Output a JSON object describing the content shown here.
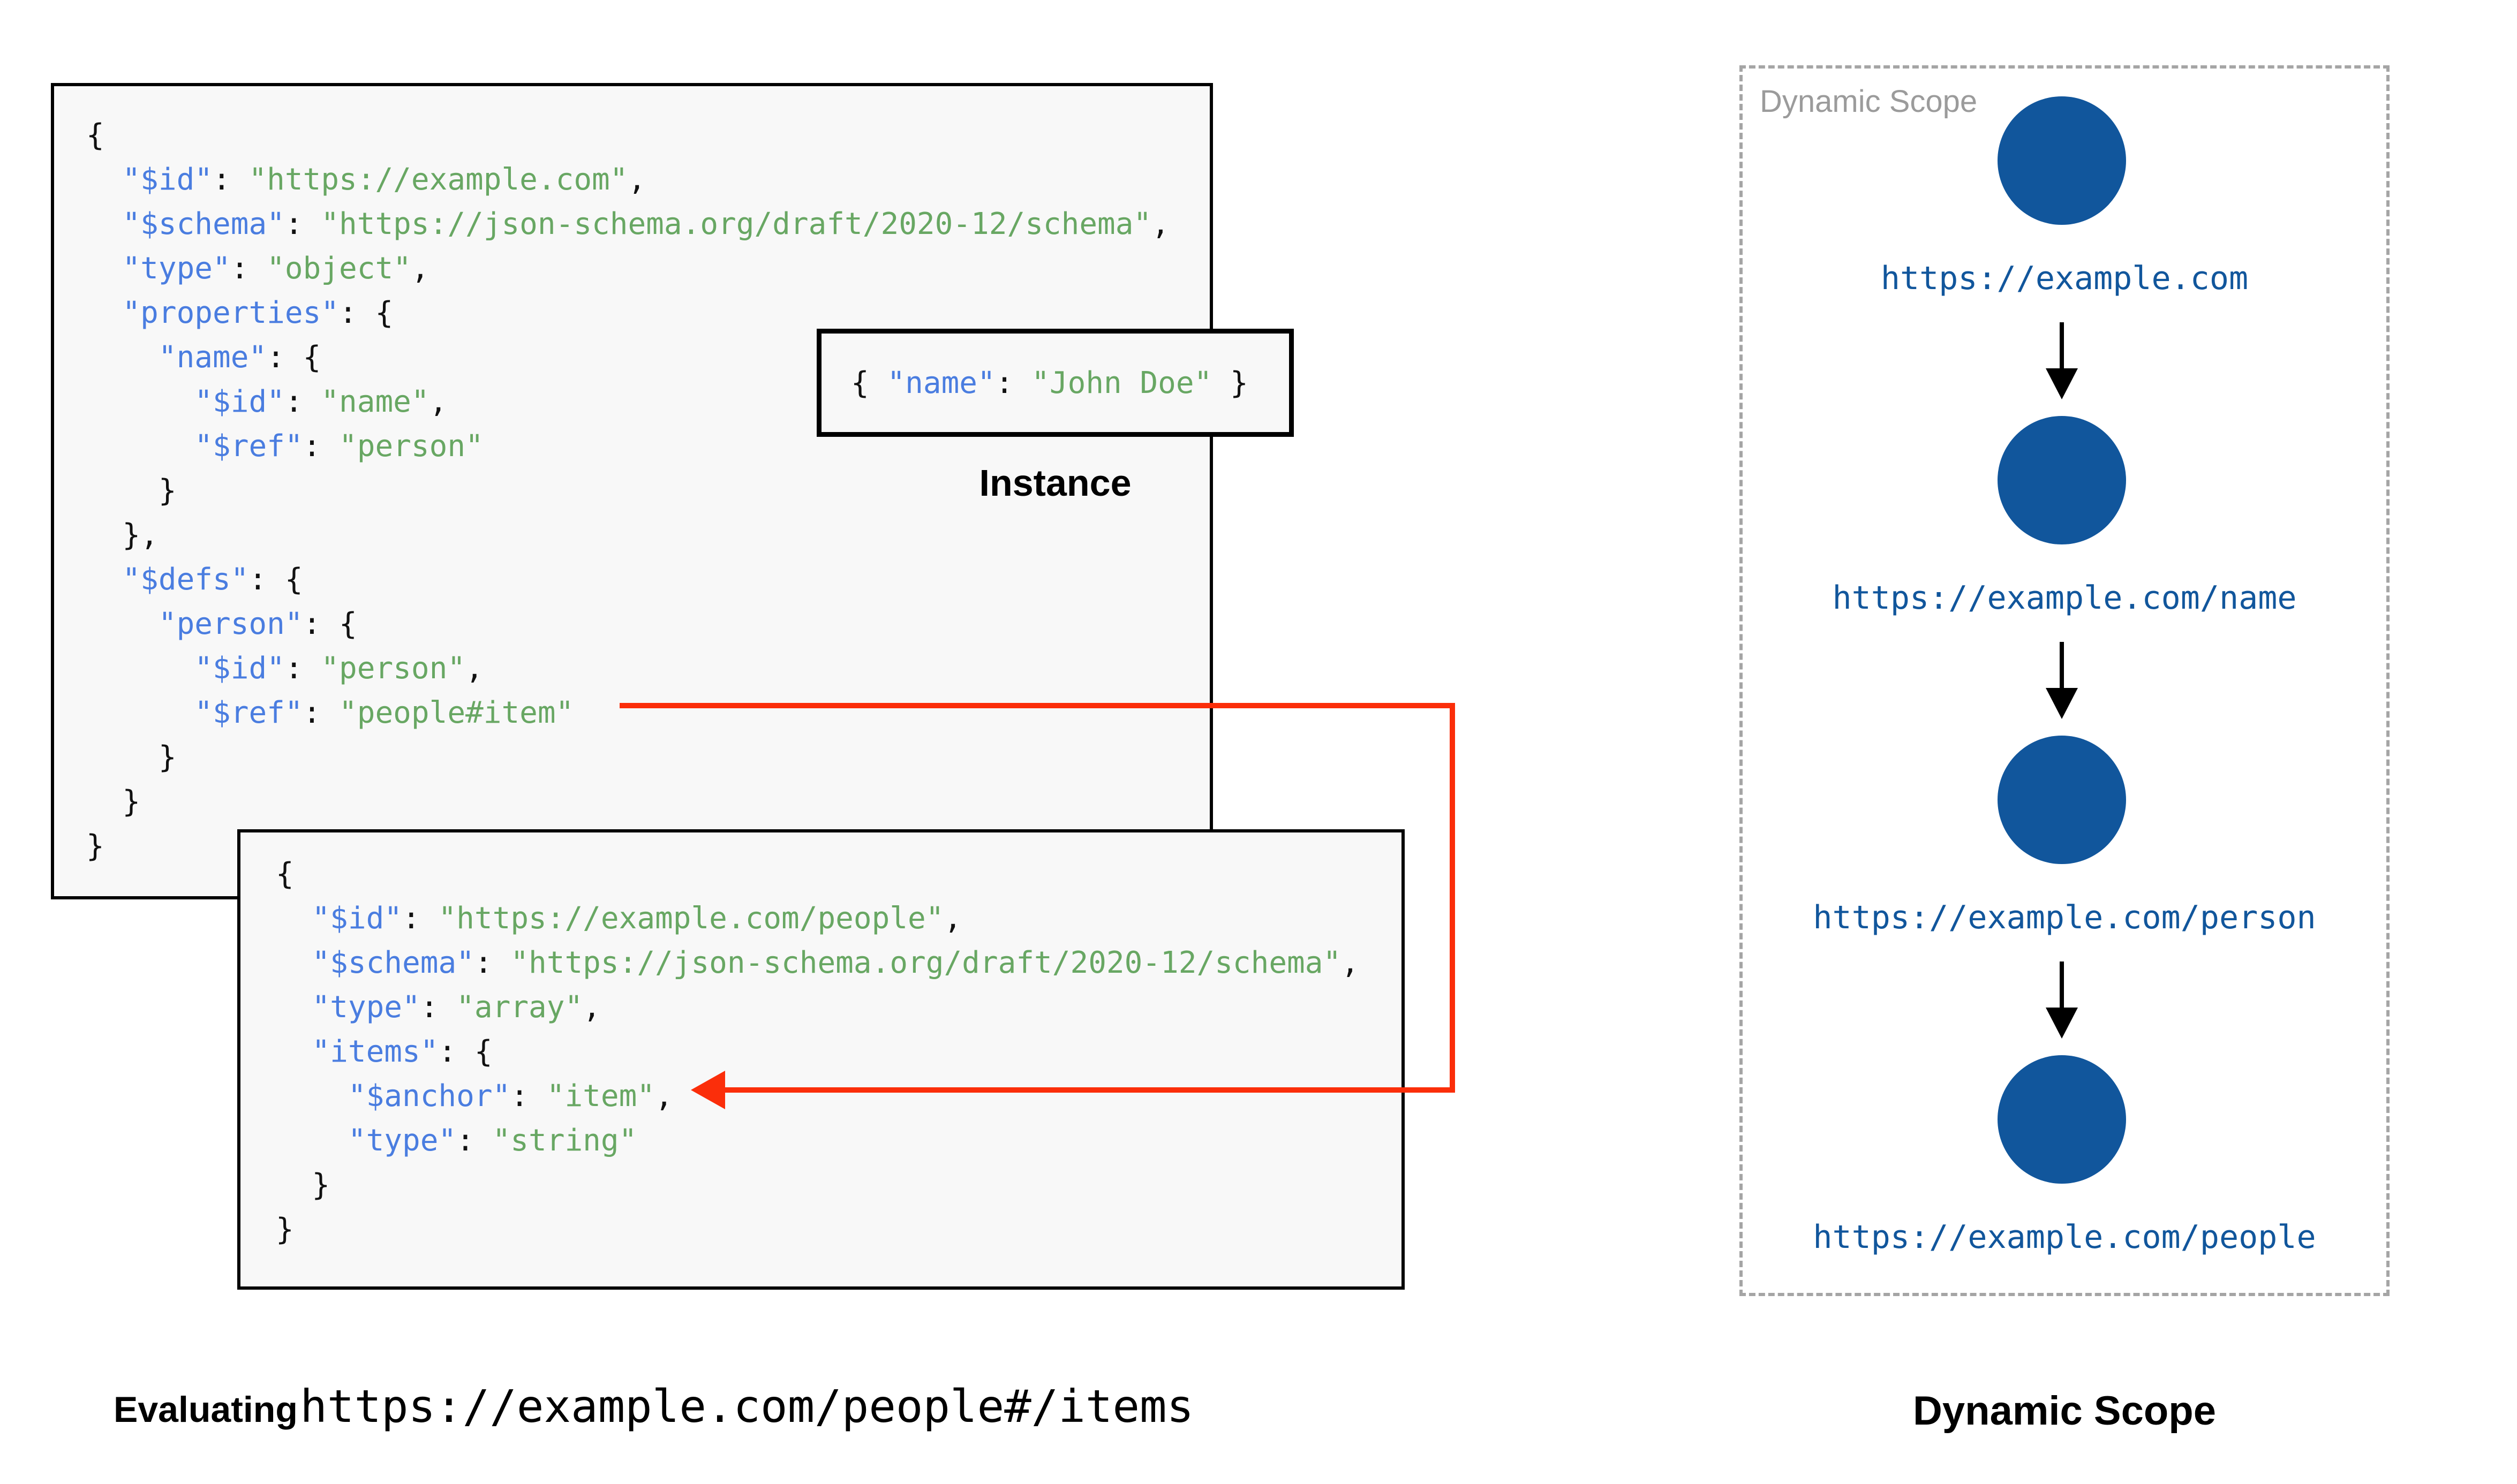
{
  "colors": {
    "key_blue": "#4a7de0",
    "string_green": "#68a763",
    "accent_red": "#fb2e0a",
    "node_blue": "#11569c",
    "code_background": "#f8f8f8",
    "dashed_border_gray": "#a5a5a5",
    "panel_label_gray": "#9b9b9b"
  },
  "schema_a": {
    "lines": [
      [
        [
          "p",
          "{"
        ]
      ],
      [
        [
          "p",
          "  "
        ],
        [
          "k",
          "\"$id\""
        ],
        [
          "p",
          ": "
        ],
        [
          "s",
          "\"https://example.com\""
        ],
        [
          "p",
          ","
        ]
      ],
      [
        [
          "p",
          "  "
        ],
        [
          "k",
          "\"$schema\""
        ],
        [
          "p",
          ": "
        ],
        [
          "s",
          "\"https://json-schema.org/draft/2020-12/schema\""
        ],
        [
          "p",
          ","
        ]
      ],
      [
        [
          "p",
          "  "
        ],
        [
          "k",
          "\"type\""
        ],
        [
          "p",
          ": "
        ],
        [
          "s",
          "\"object\""
        ],
        [
          "p",
          ","
        ]
      ],
      [
        [
          "p",
          "  "
        ],
        [
          "k",
          "\"properties\""
        ],
        [
          "p",
          ": {"
        ]
      ],
      [
        [
          "p",
          "    "
        ],
        [
          "k",
          "\"name\""
        ],
        [
          "p",
          ": {"
        ]
      ],
      [
        [
          "p",
          "      "
        ],
        [
          "k",
          "\"$id\""
        ],
        [
          "p",
          ": "
        ],
        [
          "s",
          "\"name\""
        ],
        [
          "p",
          ","
        ]
      ],
      [
        [
          "p",
          "      "
        ],
        [
          "k",
          "\"$ref\""
        ],
        [
          "p",
          ": "
        ],
        [
          "s",
          "\"person\""
        ]
      ],
      [
        [
          "p",
          "    }"
        ]
      ],
      [
        [
          "p",
          "  },"
        ]
      ],
      [
        [
          "p",
          "  "
        ],
        [
          "k",
          "\"$defs\""
        ],
        [
          "p",
          ": {"
        ]
      ],
      [
        [
          "p",
          "    "
        ],
        [
          "k",
          "\"person\""
        ],
        [
          "p",
          ": {"
        ]
      ],
      [
        [
          "p",
          "      "
        ],
        [
          "k",
          "\"$id\""
        ],
        [
          "p",
          ": "
        ],
        [
          "s",
          "\"person\""
        ],
        [
          "p",
          ","
        ]
      ],
      [
        [
          "p",
          "      "
        ],
        [
          "k",
          "\"$ref\""
        ],
        [
          "p",
          ": "
        ],
        [
          "s",
          "\"people#item\""
        ]
      ],
      [
        [
          "p",
          "    }"
        ]
      ],
      [
        [
          "p",
          "  }"
        ]
      ],
      [
        [
          "p",
          "}"
        ]
      ]
    ]
  },
  "schema_b": {
    "lines": [
      [
        [
          "p",
          "{"
        ]
      ],
      [
        [
          "p",
          "  "
        ],
        [
          "k",
          "\"$id\""
        ],
        [
          "p",
          ": "
        ],
        [
          "s",
          "\"https://example.com/people\""
        ],
        [
          "p",
          ","
        ]
      ],
      [
        [
          "p",
          "  "
        ],
        [
          "k",
          "\"$schema\""
        ],
        [
          "p",
          ": "
        ],
        [
          "s",
          "\"https://json-schema.org/draft/2020-12/schema\""
        ],
        [
          "p",
          ","
        ]
      ],
      [
        [
          "p",
          "  "
        ],
        [
          "k",
          "\"type\""
        ],
        [
          "p",
          ": "
        ],
        [
          "s",
          "\"array\""
        ],
        [
          "p",
          ","
        ]
      ],
      [
        [
          "p",
          "  "
        ],
        [
          "k",
          "\"items\""
        ],
        [
          "p",
          ": {"
        ]
      ],
      [
        [
          "p",
          "    "
        ],
        [
          "k",
          "\"$anchor\""
        ],
        [
          "p",
          ": "
        ],
        [
          "s",
          "\"item\""
        ],
        [
          "p",
          ","
        ]
      ],
      [
        [
          "p",
          "    "
        ],
        [
          "k",
          "\"type\""
        ],
        [
          "p",
          ": "
        ],
        [
          "s",
          "\"string\""
        ]
      ],
      [
        [
          "p",
          "  }"
        ]
      ],
      [
        [
          "p",
          "}"
        ]
      ]
    ]
  },
  "instance": {
    "code": [
      [
        "p",
        "{ "
      ],
      [
        "k",
        "\"name\""
      ],
      [
        "p",
        ": "
      ],
      [
        "s",
        "\"John Doe\""
      ],
      [
        "p",
        " }"
      ]
    ],
    "caption": "Instance"
  },
  "dynamic_scope": {
    "panel_label": "Dynamic Scope",
    "caption": "Dynamic Scope",
    "nodes": [
      {
        "uri": "https://example.com"
      },
      {
        "uri": "https://example.com/name"
      },
      {
        "uri": "https://example.com/person"
      },
      {
        "uri": "https://example.com/people"
      }
    ]
  },
  "evaluating": {
    "bold": "Evaluating",
    "uri": "https://example.com/people#/items"
  }
}
